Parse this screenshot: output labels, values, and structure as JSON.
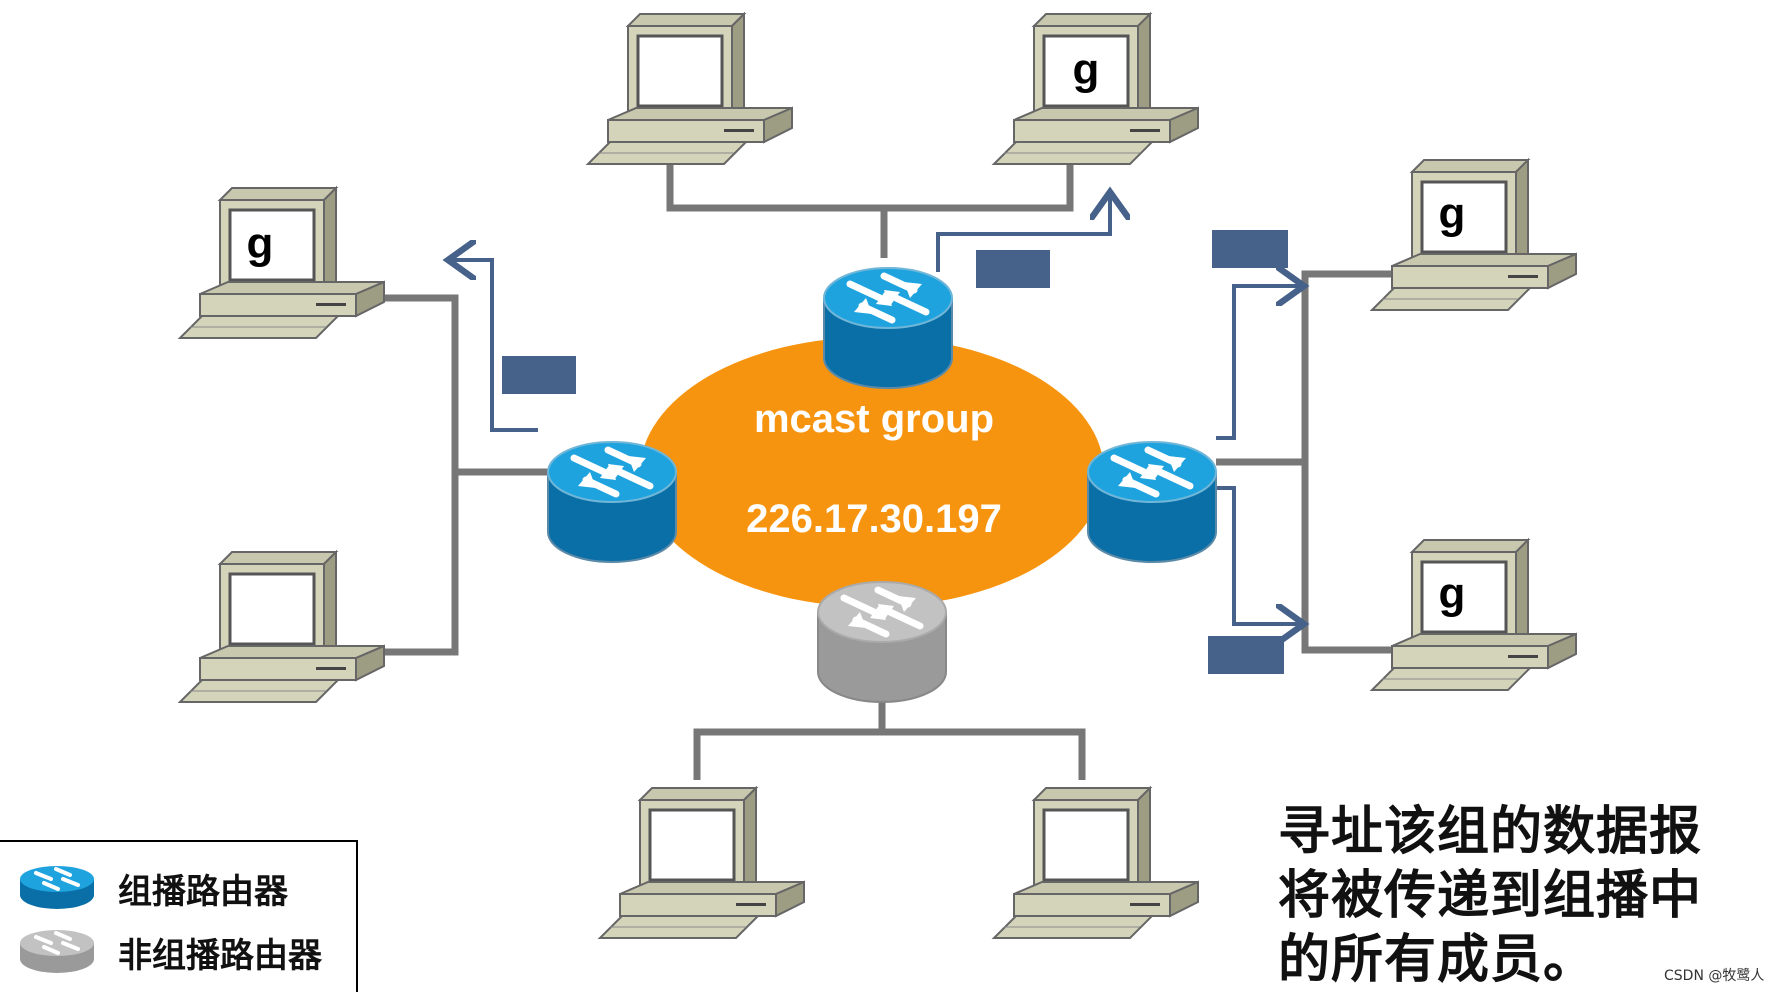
{
  "group": {
    "title": "mcast group",
    "address": "226.17.30.197"
  },
  "pc_label": "g",
  "caption": "寻址该组的数据报将被传递到组播中的所有成员。",
  "legend": {
    "multicast_router": "组播路由器",
    "non_multicast_router": "非组播路由器"
  },
  "watermark": "CSDN @牧鹭人",
  "colors": {
    "ellipse": "#f7940f",
    "multicast_router": "#1b8fc6",
    "non_multicast_router": "#a8a8a8",
    "packet": "#46618a",
    "link": "#777777",
    "arrow": "#46618a"
  }
}
